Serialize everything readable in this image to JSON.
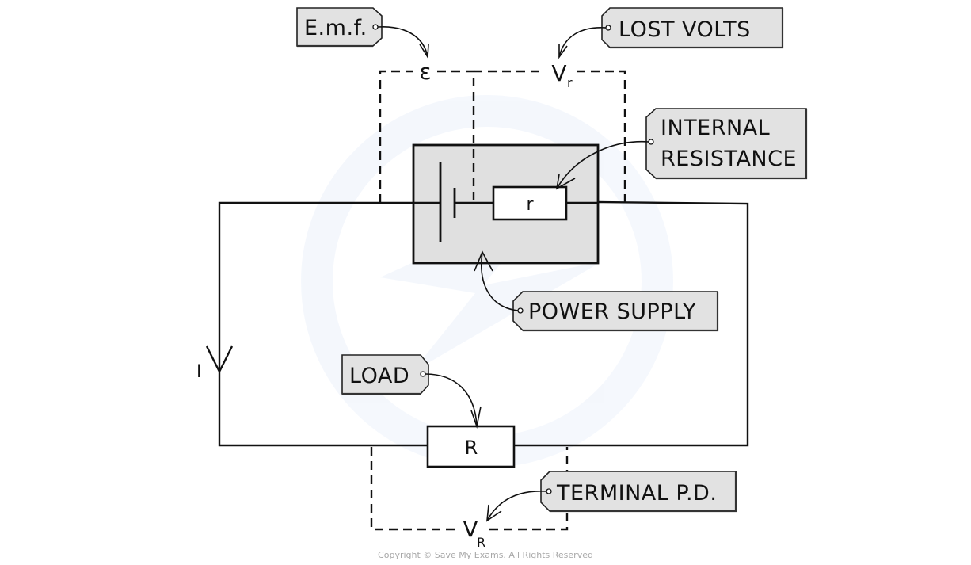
{
  "diagram": {
    "title": "Circuit with e.m.f., internal resistance and load",
    "labels": {
      "emf": "E.m.f.",
      "lost_volts": "LOST  VOLTS",
      "internal_resistance_line1": "INTERNAL",
      "internal_resistance_line2": "RESISTANCE",
      "power_supply": "POWER  SUPPLY",
      "load": "LOAD",
      "terminal_pd": "TERMINAL  P.D."
    },
    "symbols": {
      "emf_symbol": "ε",
      "lost_volts_symbol": "V",
      "lost_volts_subscript": "r",
      "internal_resistor": "r",
      "load_resistor": "R",
      "terminal_pd_symbol": "V",
      "terminal_pd_subscript": "R",
      "current": "I"
    },
    "colors": {
      "tag_fill": "#e2e2e2",
      "power_supply_fill": "#e0e0e0",
      "line": "#111111"
    },
    "copyright": "Copyright © Save My Exams. All Rights Reserved"
  }
}
